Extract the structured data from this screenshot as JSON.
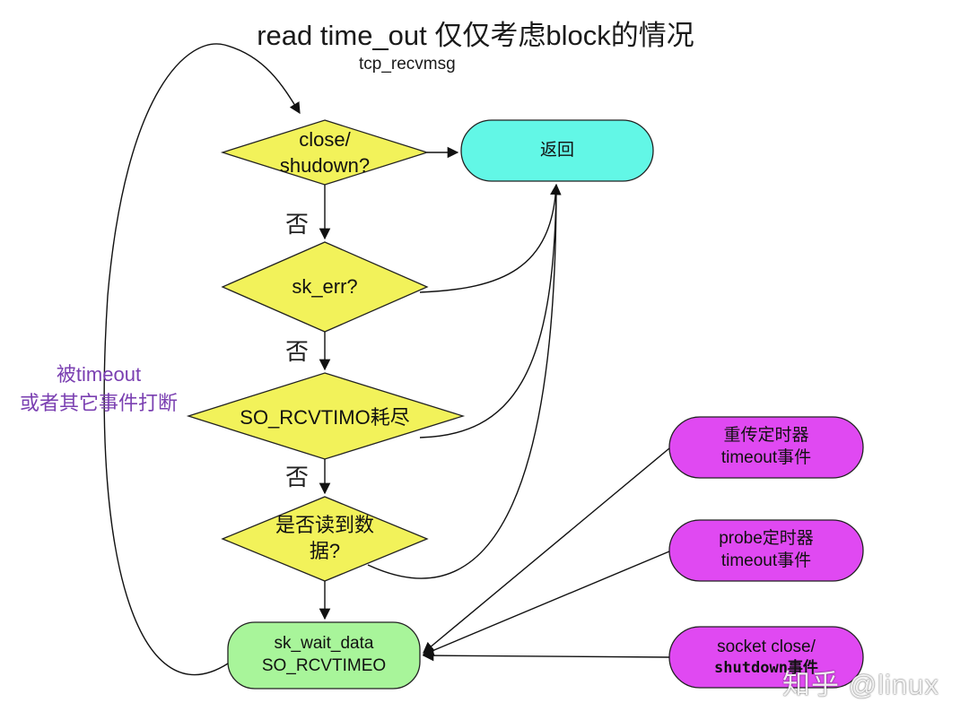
{
  "title": "read time_out  仅仅考虑block的情况",
  "subtitle": "tcp_recvmsg",
  "colors": {
    "decision": "#f2f25a",
    "return": "#62f7e6",
    "wait": "#a8f59a",
    "event": "#e049f2",
    "note": "#7a3fb1"
  },
  "nodes": {
    "close_check": "close/\nshudown?",
    "err_check": "sk_err?",
    "timeout_check": "SO_RCVTIMO耗尽",
    "data_check": "是否读到数\n据?",
    "return": "返回",
    "wait": "sk_wait_data\nSO_RCVTIMEO",
    "retrans_event": "重传定时器\ntimeout事件",
    "probe_event": "probe定时器\ntimeout事件",
    "socket_event_line1": "socket close/",
    "socket_event_line2": "shutdown事件"
  },
  "labels": {
    "no_1": "否",
    "no_2": "否",
    "no_3": "否"
  },
  "side_note": {
    "line1": "被timeout",
    "line2": "或者其它事件打断"
  },
  "watermark": "知乎 @linux"
}
